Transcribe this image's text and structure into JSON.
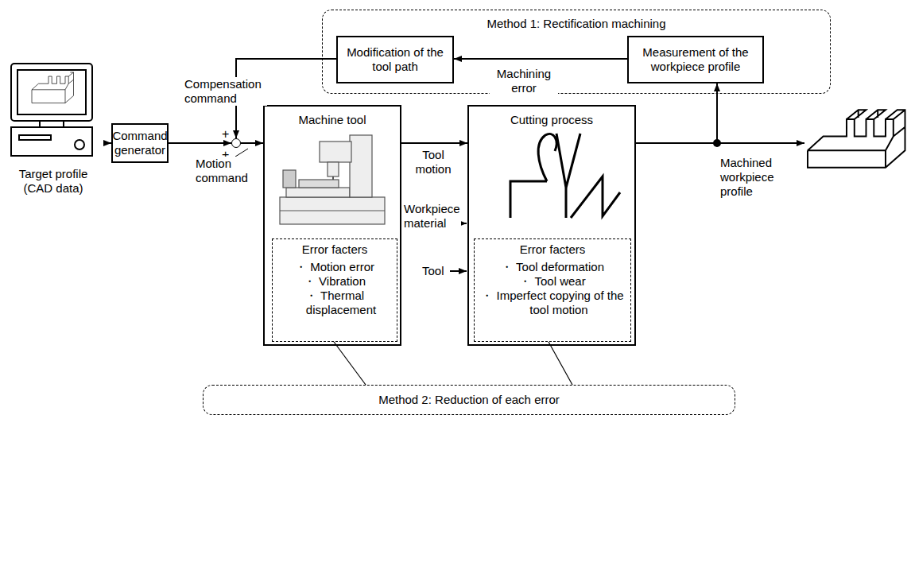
{
  "diagram": {
    "nodes": [
      {
        "text": [
          "Method 1: Rectification machining"
        ]
      },
      {
        "text": [
          "Modification of the tool path"
        ],
        "in": 0
      },
      {
        "text": [
          "Measurement of the workpiece profile"
        ],
        "in": 0
      },
      {
        "text": [
          "Target profile (CAD data)"
        ]
      },
      {
        "text": [
          "Command generator"
        ]
      },
      {
        "text": [
          "+",
          "+"
        ]
      },
      {
        "text": [
          "Machine tool"
        ]
      },
      {
        "text": [
          "Error facters",
          "・ Motion error",
          "・ Vibration",
          "・ Thermal displacement"
        ],
        "in": 6
      },
      {
        "text": [
          "Cutting process"
        ]
      },
      {
        "text": [
          "Error facters",
          "・ Tool deformation",
          "・ Tool wear",
          "・ Imperfect copying of the tool motion"
        ],
        "in": 8
      },
      {
        "text": [
          "Method 2: Reduction of each error"
        ]
      }
    ],
    "edges": [
      {
        "from": 3,
        "to": 4,
        "arrow": "to"
      },
      {
        "from": 4,
        "to": 5,
        "arrow": "to"
      },
      {
        "from": 1,
        "to": 5,
        "label": "Compensation command",
        "arrow": "to"
      },
      {
        "from": 5,
        "to": 6,
        "label": "Motion command",
        "arrow": "to"
      },
      {
        "from": 6,
        "to": 8,
        "label": "Tool motion",
        "arrow": "to"
      },
      {
        "from": 8,
        "to": 2,
        "arrow": "to"
      },
      {
        "from": 2,
        "to": 1,
        "label": "Machining error",
        "arrow": "to"
      },
      {
        "from": 10,
        "to": 7,
        "arrow": "none"
      },
      {
        "from": 10,
        "to": 9,
        "arrow": "none"
      }
    ],
    "labels": [
      "Workpiece material",
      "Tool",
      "Machined workpiece profile"
    ]
  }
}
